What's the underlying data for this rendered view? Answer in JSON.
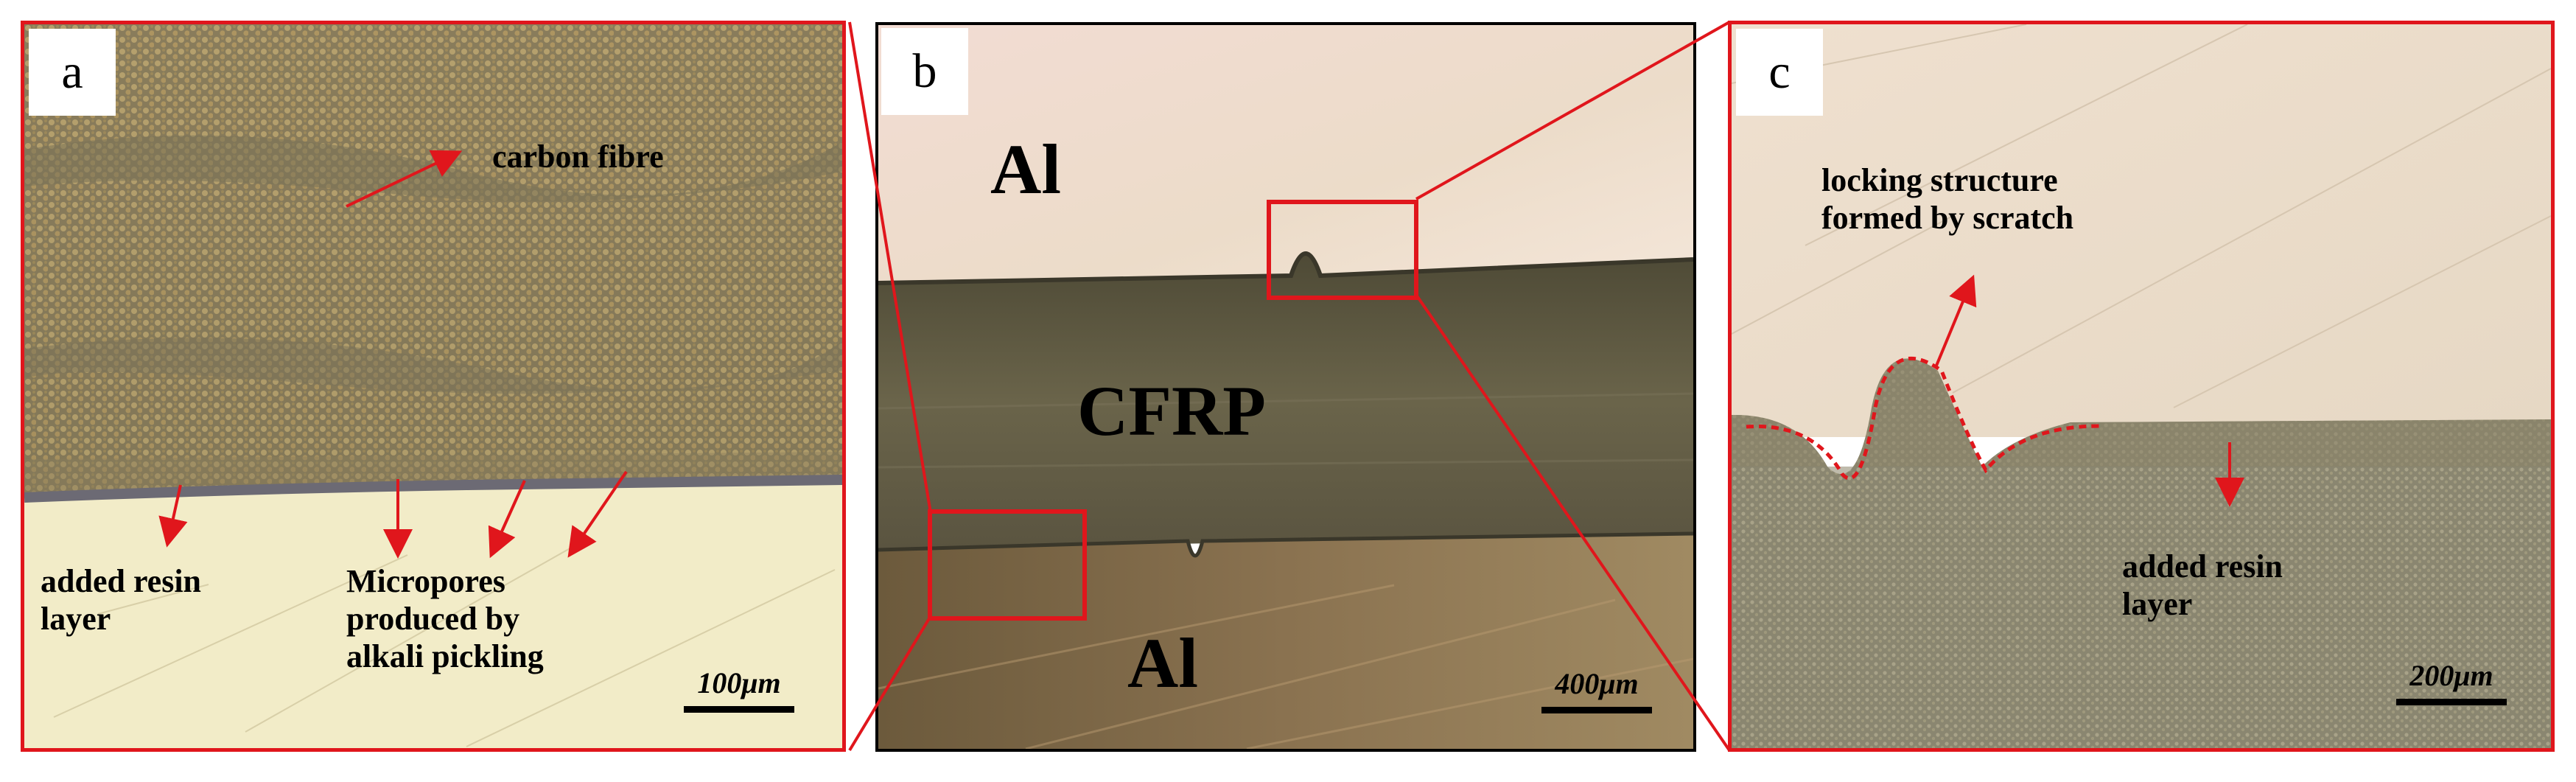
{
  "panels": {
    "a": {
      "label": "a",
      "annotations": {
        "carbon_fibre": "carbon fibre",
        "added_resin": [
          "added resin",
          "layer"
        ],
        "micropores": [
          "Micropores",
          "produced by",
          "alkali pickling"
        ]
      },
      "scale": "100μm"
    },
    "b": {
      "label": "b",
      "annotations": {
        "al_top": "Al",
        "cfrp": "CFRP",
        "al_bottom": "Al"
      },
      "scale": "400μm"
    },
    "c": {
      "label": "c",
      "annotations": {
        "locking": [
          "locking structure",
          "formed by scratch"
        ],
        "added_resin": [
          "added resin",
          "layer"
        ]
      },
      "scale": "200μm"
    }
  },
  "colors": {
    "frame_red": "#e0161c",
    "annotation_red": "#e0161c",
    "frame_black": "#000000"
  }
}
